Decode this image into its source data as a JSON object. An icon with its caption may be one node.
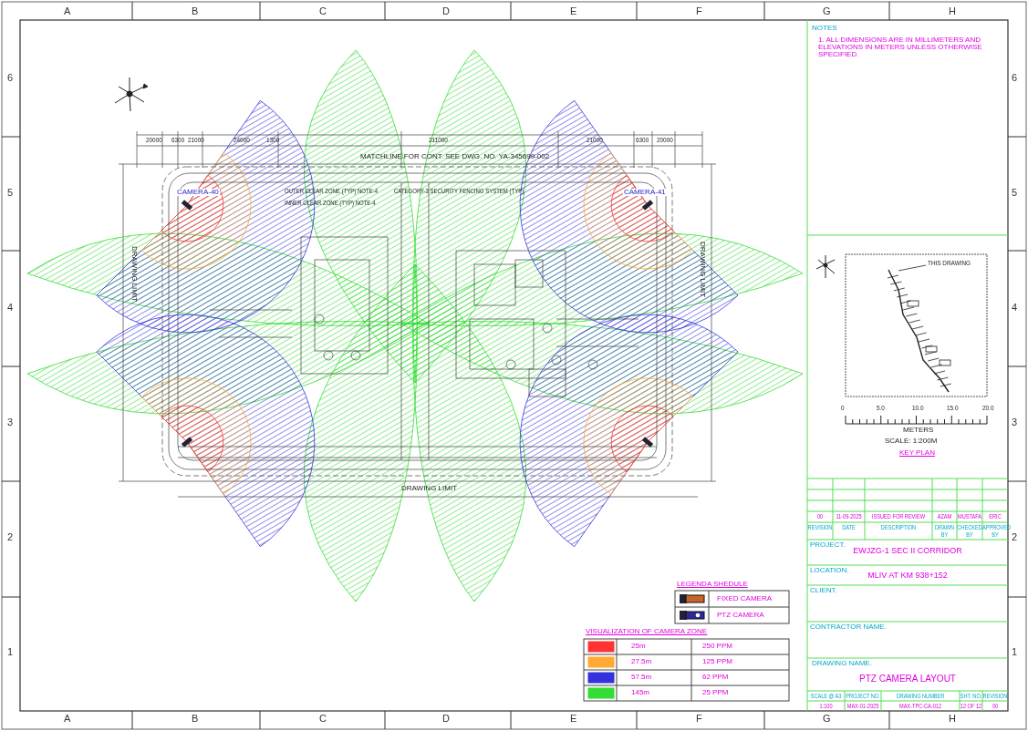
{
  "diagram": {
    "labels": [
      "A",
      "B",
      "C",
      "D",
      "E",
      "F",
      "G",
      "H",
      "6",
      "5",
      "4",
      "3",
      "2",
      "1",
      "6",
      "5",
      "4",
      "3",
      "2",
      "1",
      "NOTES",
      "1. ALL DIMENSIONS ARE IN MILLIMETERS AND ELEVATIONS IN METERS UNLESS OTHERWISE SPECIFIED.",
      "20000",
      "6300",
      "21000",
      "24000",
      "1300",
      "211000",
      "21000",
      "6300",
      "20000",
      "MATCHLINE FOR CONT. SEE DWG. NO. YA-345699-002",
      "CAMERA-40",
      "OUTER CLEAR ZONE (TYP) NOTE-4",
      "CATEGORY-3 SECURITY FENCING SYSTEM (TYP)",
      "CAMERA-41",
      "INNER CLEAR ZONE (TYP) NOTE-4",
      "DRAWING LIMIT",
      "DRAWING LIMIT",
      "THIS DRAWING",
      "0",
      "5.0",
      "10.0",
      "15.0",
      "20.0",
      "METERS",
      "SCALE: 1:200M",
      "KEY PLAN",
      "DRAWING LIMIT",
      "00",
      "11-09-2025",
      "ISSUED FOR REVIEW",
      "AZAM",
      "MUSTAFA",
      "ERIC",
      "REVISION",
      "DATE",
      "DESCRIPTION",
      "DRAWN BY",
      "CHECKED BY",
      "APPROVED BY",
      "PROJECT.",
      "EWJZG-1 SEC II CORRIDOR",
      "LOCATION.",
      "MLIV AT KM 938+152",
      "CLIENT.",
      "LEGENDA SHEDULE",
      "CONTRACTOR NAME.",
      "VISUALIZATION OF CAMERA ZONE",
      "250 PPM",
      "125 PPM",
      "62 PPM",
      "25 PPM",
      "DRAWING NAME.",
      "PTZ CAMERA LAYOUT",
      "SCALE @ A3",
      "PROJECT NO.",
      "DRAWING NUMBER",
      "SHT. NO.",
      "REVISION",
      "1:100",
      "MAX-01-2025",
      "MAX-TPC-CA-012",
      "12 OF 12",
      "00",
      "A",
      "B",
      "C",
      "D",
      "E",
      "F",
      "G",
      "H"
    ],
    "legend": [
      {
        "text": "FIXED CAMERA"
      },
      {
        "text": "PTZ CAMERA"
      },
      {
        "text": "25m",
        "color": "#ff3333"
      },
      {
        "text": "27.5m",
        "color": "#ffaa33"
      },
      {
        "text": "57.5m",
        "color": "#3333dd"
      },
      {
        "text": "145m",
        "color": "#33dd33"
      }
    ]
  }
}
